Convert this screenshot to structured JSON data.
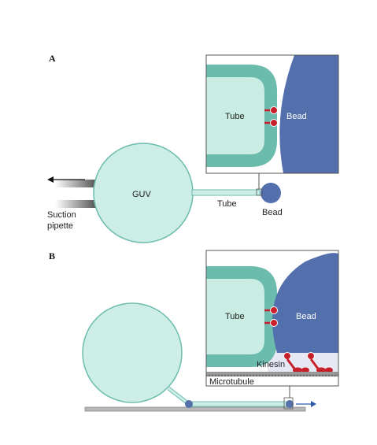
{
  "panel_a": {
    "letter": "A",
    "guv_label": "GUV",
    "tube_label": "Tube",
    "bead_label": "Bead",
    "suction_label_line1": "Suction",
    "suction_label_line2": "pipette",
    "inset_tube_label": "Tube",
    "inset_bead_label": "Bead"
  },
  "panel_b": {
    "letter": "B",
    "inset_tube_label": "Tube",
    "inset_bead_label": "Bead",
    "kinesin_label": "Kinesin",
    "microtubule_label": "Microtubule"
  },
  "colors": {
    "vesicle": "#cdeee6",
    "tube_wall": "#6cbcae",
    "tube_fill": "#c9ece3",
    "bead": "#5370ad",
    "kinesin": "#c8202a",
    "microtubule": "#8a8a8a"
  }
}
